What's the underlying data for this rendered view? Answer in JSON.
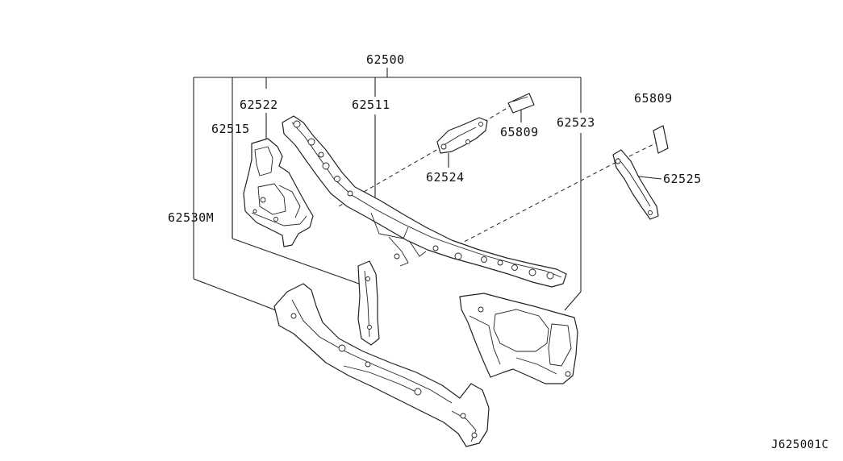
{
  "labels": {
    "p62500": "62500",
    "p62522": "62522",
    "p62511": "62511",
    "p62515": "62515",
    "p62530m": "62530M",
    "p62524": "62524",
    "p65809a": "65809",
    "p65809b": "65809",
    "p62523": "62523",
    "p62525": "62525"
  },
  "diagram_code": "J625001C"
}
